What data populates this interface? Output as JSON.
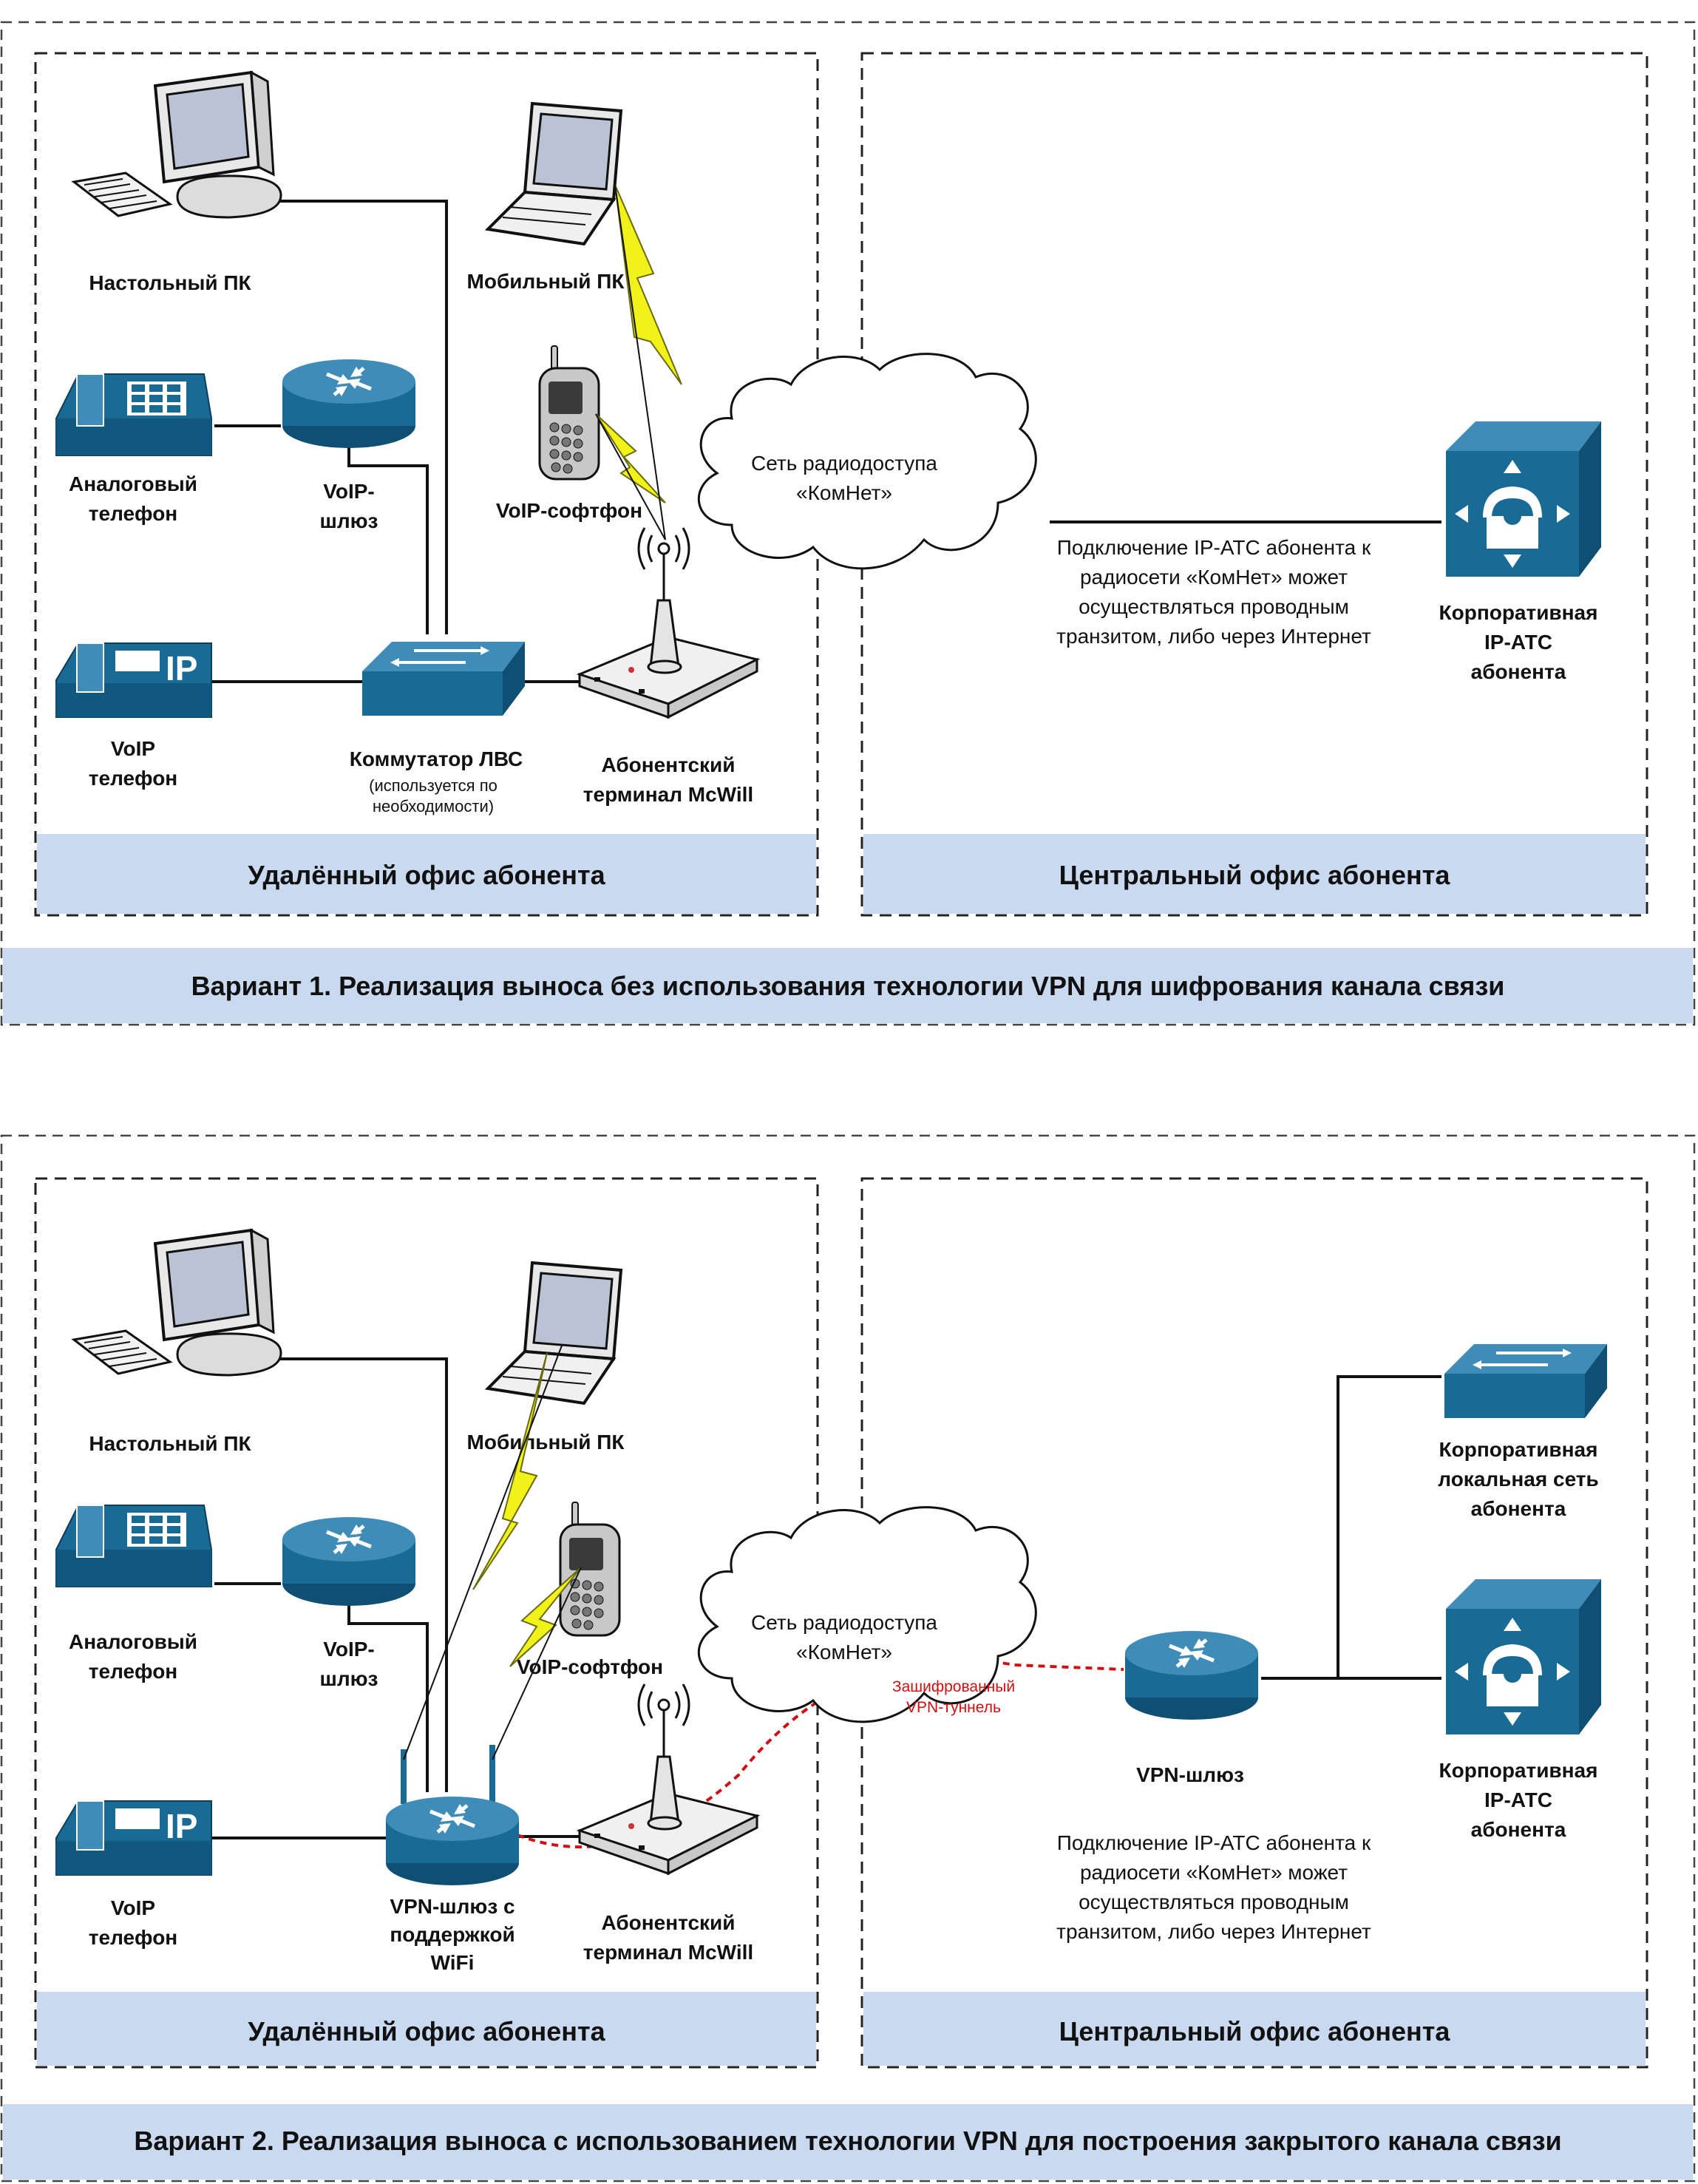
{
  "variant1": {
    "remote": {
      "desktop_pc": "Настольный ПК",
      "mobile_pc": "Мобильный ПК",
      "analog_phone": [
        "Аналоговый",
        "телефон"
      ],
      "voip_gateway": [
        "VoIP-",
        "шлюз"
      ],
      "voip_softphone": "VoIP-софтфон",
      "voip_phone": [
        "VoIP",
        "телефон"
      ],
      "lan_switch": "Коммутатор ЛВС",
      "lan_switch_note": [
        "(используется по",
        "необходимости)"
      ],
      "terminal": [
        "Абонентский",
        "терминал McWill"
      ],
      "band": "Удалённый офис абонента"
    },
    "cloud": [
      "Сеть радиодоступа",
      "«КомНет»"
    ],
    "central": {
      "note": [
        "Подключение IP-АТС абонента к",
        "радиосети «КомНет» может",
        "осуществляться проводным",
        "транзитом, либо через Интернет"
      ],
      "pbx": [
        "Корпоративная",
        "IP-АТС",
        "абонента"
      ],
      "band": "Центральный офис абонента"
    },
    "title": "Вариант 1. Реализация выноса без использования технологии VPN для шифрования канала связи"
  },
  "variant2": {
    "remote": {
      "desktop_pc": "Настольный ПК",
      "mobile_pc": "Мобильный ПК",
      "analog_phone": [
        "Аналоговый",
        "телефон"
      ],
      "voip_gateway": [
        "VoIP-",
        "шлюз"
      ],
      "voip_softphone": "VoIP-софтфон",
      "voip_phone": [
        "VoIP",
        "телефон"
      ],
      "vpn_wifi_gateway": [
        "VPN-шлюз с",
        "поддержкой",
        "WiFi"
      ],
      "terminal": [
        "Абонентский",
        "терминал McWill"
      ],
      "band": "Удалённый офис абонента"
    },
    "cloud": [
      "Сеть радиодоступа",
      "«КомНет»"
    ],
    "vpn_tunnel": [
      "Зашифрованный",
      "VPN-туннель"
    ],
    "central": {
      "vpn_gateway": "VPN-шлюз",
      "corp_lan": [
        "Корпоративная",
        "локальная сеть",
        "абонента"
      ],
      "pbx": [
        "Корпоративная",
        "IP-АТС",
        "абонента"
      ],
      "note": [
        "Подключение IP-АТС абонента к",
        "радиосети «КомНет» может",
        "осуществляться проводным",
        "транзитом, либо через Интернет"
      ],
      "band": "Центральный офис абонента"
    },
    "title": "Вариант 2. Реализация выноса с использованием технологии VPN для построения закрытого канала связи"
  },
  "colors": {
    "band_fill": "#c9d9ef",
    "device_blue": "#1a6a96",
    "bolt_yellow": "#f2f21b",
    "vpn_red": "#d01010"
  }
}
